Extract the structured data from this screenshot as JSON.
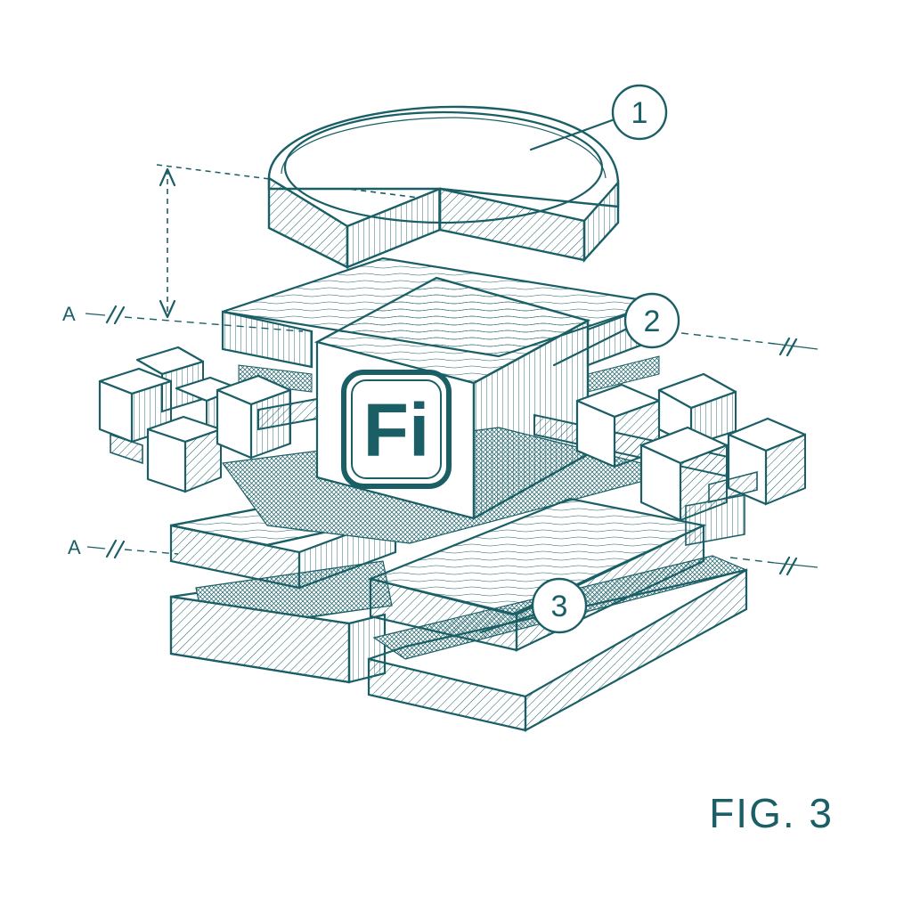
{
  "figure": {
    "label": "FIG. 3",
    "logo_text": "Fi",
    "callouts": [
      "1",
      "2",
      "3"
    ],
    "section_marks": [
      "A",
      "A"
    ]
  },
  "colors": {
    "ink": "#1b5f66",
    "background": "#ffffff"
  }
}
